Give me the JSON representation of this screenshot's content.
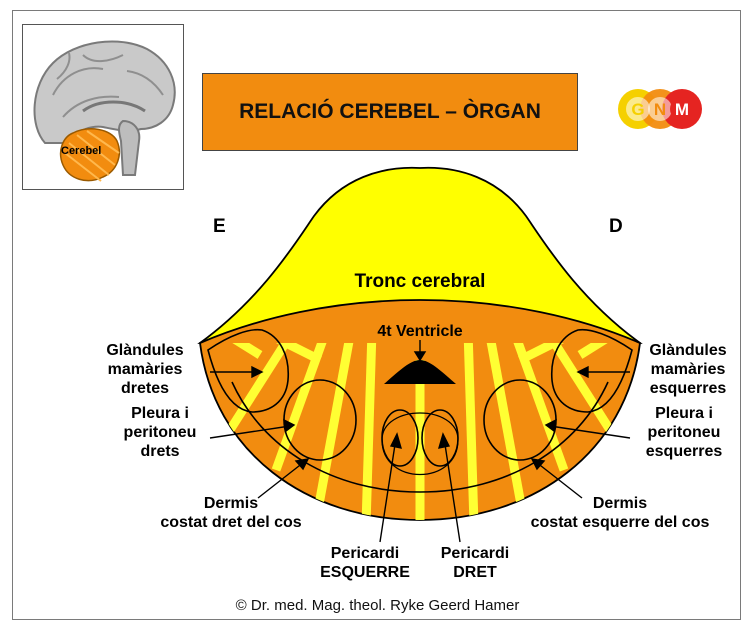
{
  "thumbnail": {
    "cerebellum_label": "Cerebel"
  },
  "title": "RELACIÓ CEREBEL – ÒRGAN",
  "logo": {
    "letters": [
      "G",
      "N",
      "M"
    ],
    "colors": [
      "#f5d000",
      "#f28c0f",
      "#e52421"
    ]
  },
  "side_left": "E",
  "side_right": "D",
  "brainstem_label": "Tronc cerebral",
  "ventricle_label": "4t Ventricle",
  "labels": {
    "mammary_left": [
      "Glàndules",
      "mamàries",
      "dretes"
    ],
    "mammary_right": [
      "Glàndules",
      "mamàries",
      "esquerres"
    ],
    "pleura_left": [
      "Pleura i",
      "peritoneu",
      "drets"
    ],
    "pleura_right": [
      "Pleura i",
      "peritoneu",
      "esquerres"
    ],
    "dermis_left": [
      "Dermis",
      "costat dret del cos"
    ],
    "dermis_right": [
      "Dermis",
      "costat esquerre del cos"
    ],
    "pericardium_left": [
      "Pericardi",
      "ESQUERRE"
    ],
    "pericardium_right": [
      "Pericardi",
      "DRET"
    ]
  },
  "copyright": "© Dr. med. Mag. theol. Ryke Geerd Hamer",
  "colors": {
    "brainstem": "#ffff00",
    "cerebellum": "#f28c0f",
    "stripes": "#ffff33",
    "ventricle": "#000000"
  }
}
